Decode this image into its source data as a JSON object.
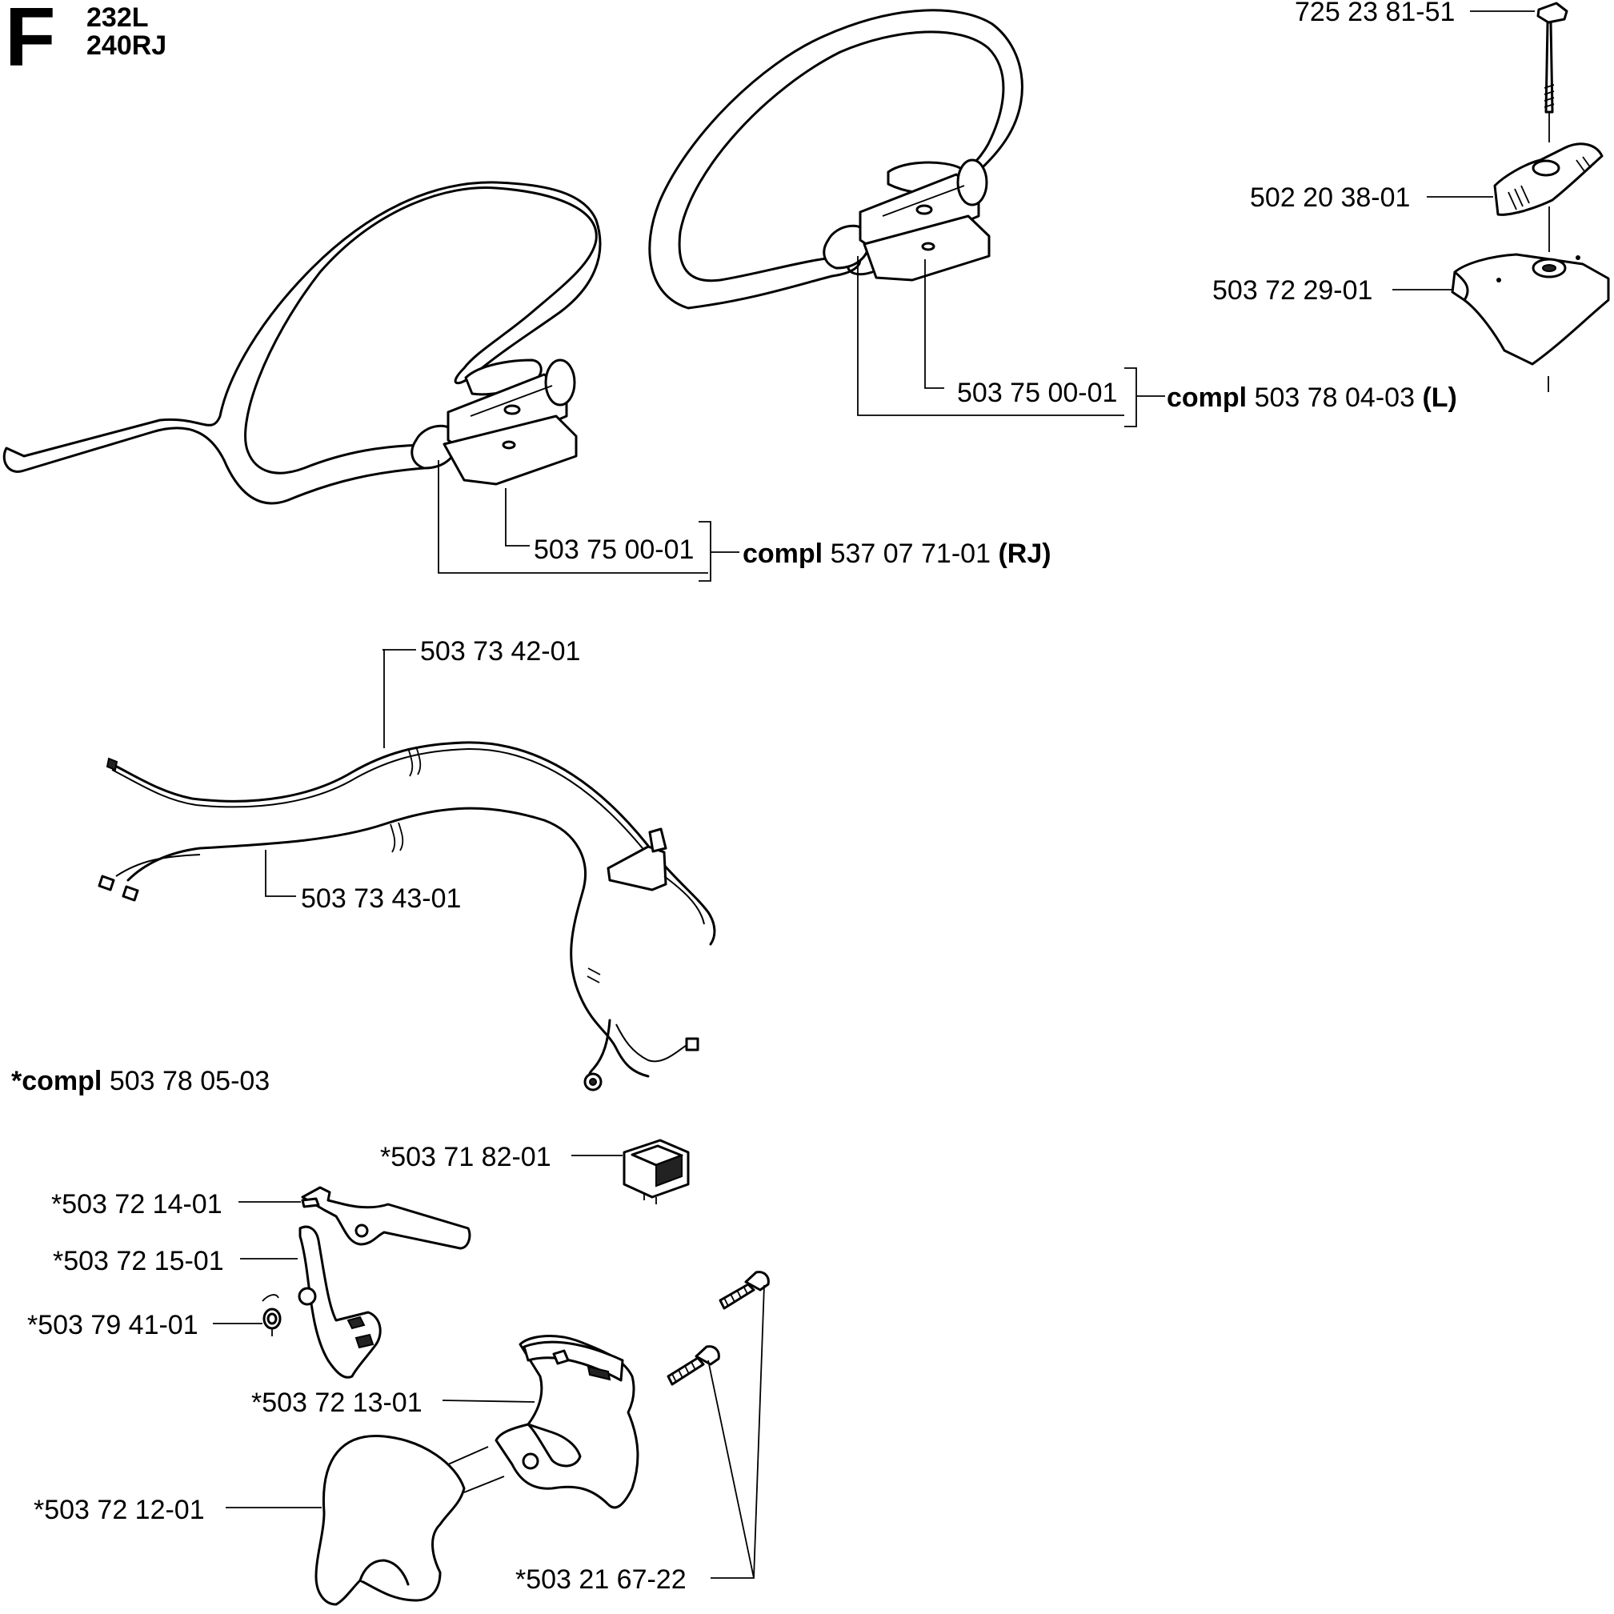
{
  "header": {
    "section_letter": "F",
    "models": [
      "232L",
      "240RJ"
    ]
  },
  "labels": {
    "bolt": "725 23 81-51",
    "wing_nut": "502 20 38-01",
    "clamp_plate": "503 72 29-01",
    "bracket_l": "503 75 00-01",
    "compl_l_prefix": "compl",
    "compl_l_number": "503 78 04-03",
    "compl_l_suffix": "(L)",
    "bracket_rj": "503 75 00-01",
    "compl_rj_prefix": "compl",
    "compl_rj_number": "537 07 71-01",
    "compl_rj_suffix": "(RJ)",
    "cable_1": "503 73 42-01",
    "cable_2": "503 73 43-01",
    "compl_harness_star": "*",
    "compl_harness_prefix": "compl",
    "compl_harness_number": "503 78 05-03",
    "switch": "*503 71 82-01",
    "throttle_lever": "*503 72 14-01",
    "lockout": "*503 72 15-01",
    "spring": "*503 79 41-01",
    "housing_half": "*503 72 13-01",
    "housing_cover": "*503 72 12-01",
    "screws": "*503 21 67-22"
  },
  "icons": {
    "handle_rj": "loop-handle-with-bar-icon",
    "handle_l": "loop-handle-icon",
    "bolt": "bolt-icon",
    "wing_nut": "wing-nut-icon",
    "clamp": "clamp-plate-icon",
    "cable": "cable-icon",
    "harness": "wiring-harness-icon",
    "switch": "stop-switch-icon",
    "lever": "throttle-lever-icon",
    "lockout": "throttle-lockout-icon",
    "spring": "spring-icon",
    "housing": "handle-housing-icon",
    "cover": "handle-cover-icon",
    "screw": "screw-icon"
  }
}
